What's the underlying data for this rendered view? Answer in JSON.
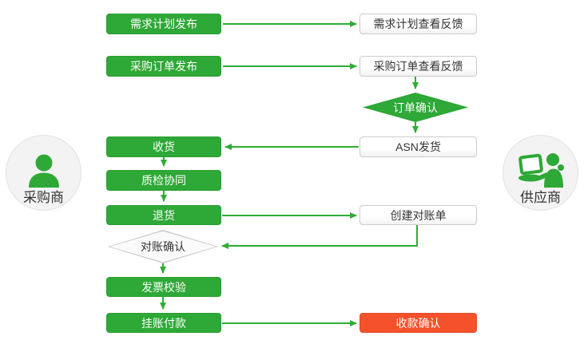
{
  "actors": {
    "buyer": {
      "label": "采购商"
    },
    "supplier": {
      "label": "供应商"
    }
  },
  "nodes": {
    "demand_plan_publish": {
      "label": "需求计划发布",
      "type": "process-green"
    },
    "demand_plan_feedback": {
      "label": "需求计划查看反馈",
      "type": "process-plain"
    },
    "po_publish": {
      "label": "采购订单发布",
      "type": "process-green"
    },
    "po_feedback": {
      "label": "采购订单查看反馈",
      "type": "process-plain"
    },
    "order_confirm": {
      "label": "订单确认",
      "type": "decision-green"
    },
    "receive_goods": {
      "label": "收货",
      "type": "process-green"
    },
    "asn_ship": {
      "label": "ASN发货",
      "type": "process-plain"
    },
    "quality_check": {
      "label": "质检协同",
      "type": "process-green"
    },
    "return_goods": {
      "label": "退货",
      "type": "process-green"
    },
    "create_statement": {
      "label": "创建对账单",
      "type": "process-plain"
    },
    "statement_confirm": {
      "label": "对账确认",
      "type": "decision-gray"
    },
    "invoice_verify": {
      "label": "发票校验",
      "type": "process-green"
    },
    "book_payment": {
      "label": "挂账付款",
      "type": "process-green"
    },
    "receipt_confirm": {
      "label": "收款确认",
      "type": "process-red"
    }
  },
  "colors": {
    "process_green": "#2EA836",
    "arrow_green": "#2FAD34",
    "confirm_red": "#F4512C",
    "neutral_border": "#CCCCCC",
    "text_dark": "#333333"
  }
}
